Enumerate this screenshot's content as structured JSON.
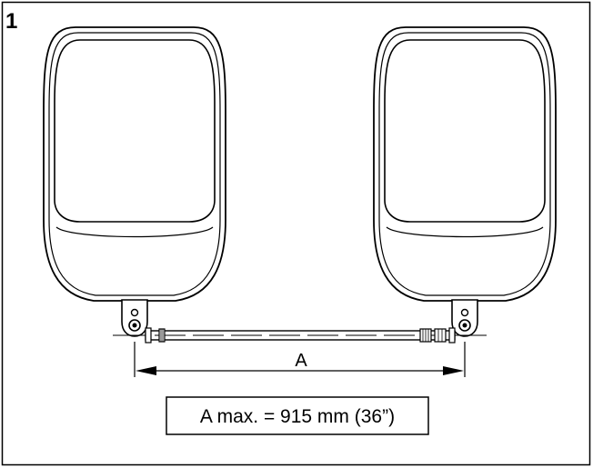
{
  "figure": {
    "number": "1",
    "dimension_label": "A",
    "max_note": "A max. = 915 mm (36”)"
  },
  "colors": {
    "ink": "#000000",
    "background": "#ffffff"
  }
}
